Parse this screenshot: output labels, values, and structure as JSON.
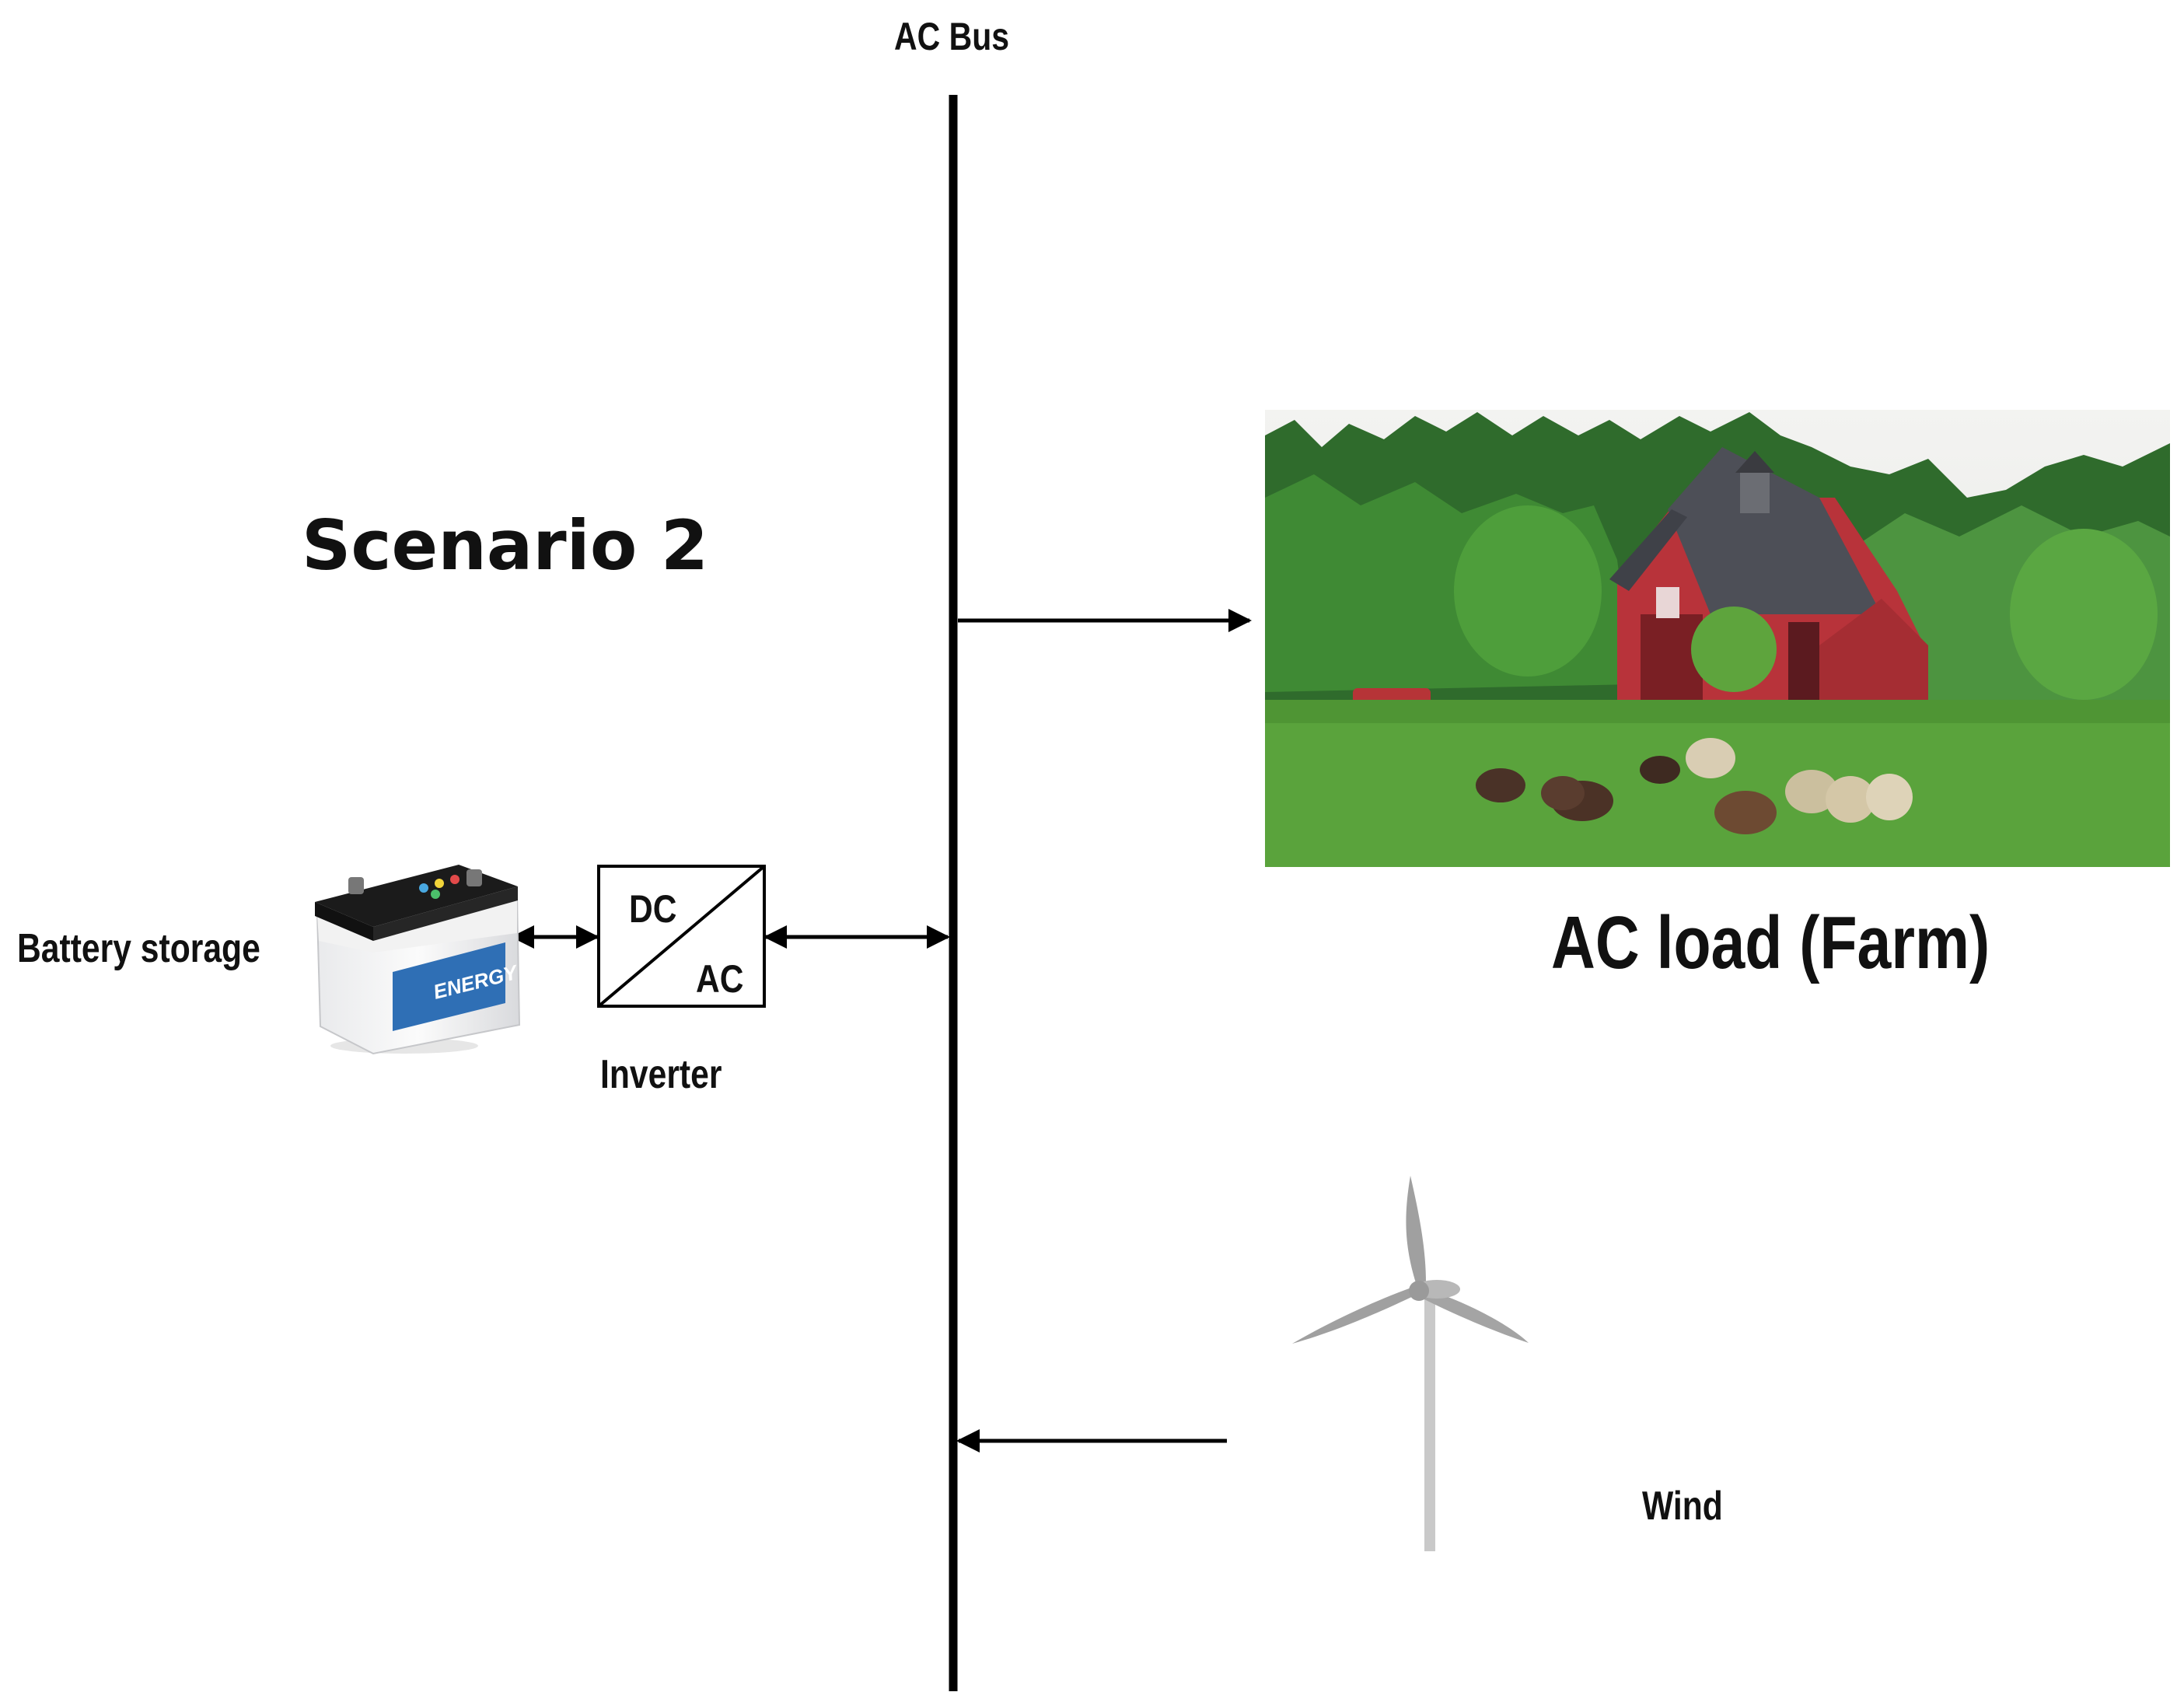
{
  "bus": {
    "label": "AC Bus"
  },
  "scenario": {
    "title": "Scenario 2"
  },
  "battery": {
    "label": "Battery storage",
    "brand_text": "ENERGY"
  },
  "inverter": {
    "label": "Inverter",
    "dc_text": "DC",
    "ac_text": "AC"
  },
  "load": {
    "label": "AC load (Farm)"
  },
  "wind": {
    "label": "Wind"
  },
  "colors": {
    "line": "#000000",
    "barn": "#b8333a",
    "grass": "#5aa33c",
    "trees": "#2f6b2c",
    "turbine": "#a9a9a9",
    "battery_label": "#2f6fb5"
  }
}
